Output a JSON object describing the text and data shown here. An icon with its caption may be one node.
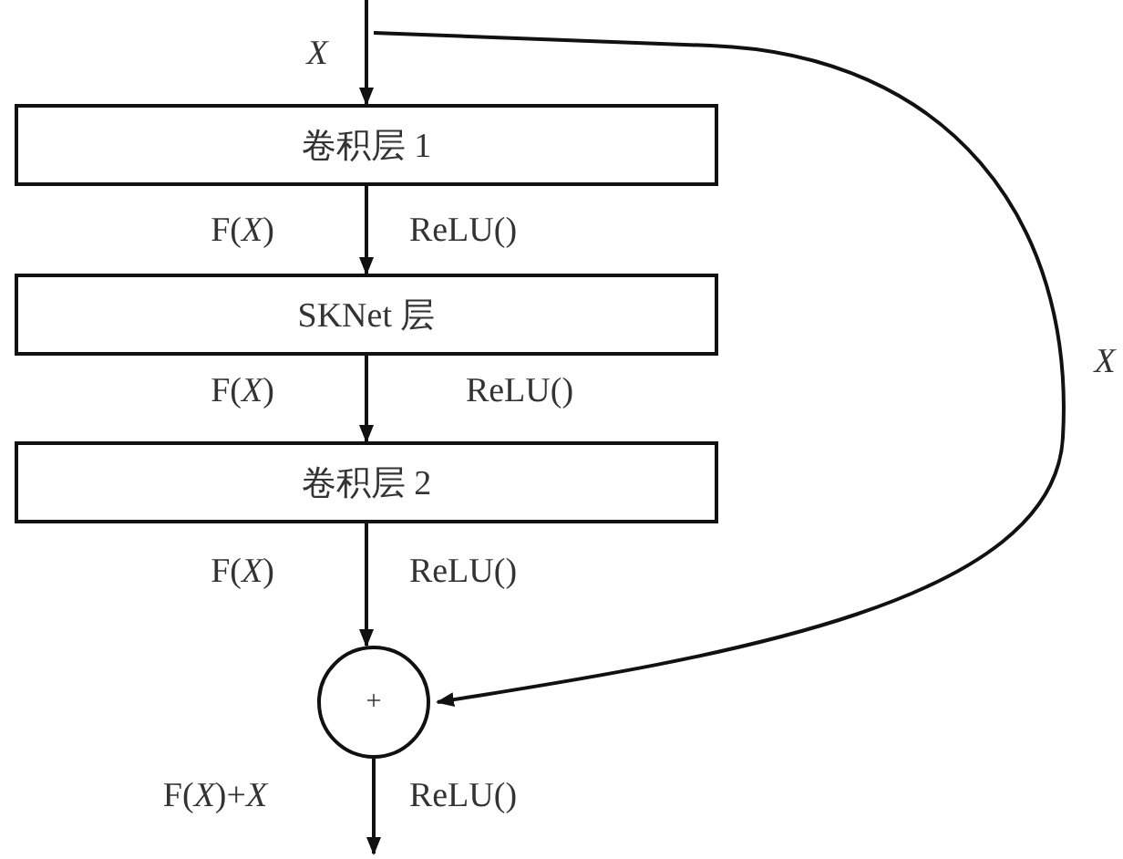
{
  "diagram": {
    "nodes": [
      {
        "text": [
          "卷积层 1"
        ]
      },
      {
        "text": [
          "SKNet 层"
        ]
      },
      {
        "text": [
          "卷积层 2"
        ]
      },
      {
        "text": [
          "+"
        ]
      }
    ],
    "edges": [
      {
        "from": null,
        "to": 0,
        "arrow": "to",
        "label": "X"
      },
      {
        "from": 0,
        "to": 1,
        "arrow": "to"
      },
      {
        "from": 1,
        "to": 2,
        "arrow": "to"
      },
      {
        "from": 2,
        "to": 3,
        "arrow": "to"
      },
      {
        "from": null,
        "to": 3,
        "arrow": "to",
        "label": "X"
      },
      {
        "from": 3,
        "to": null,
        "arrow": "to"
      }
    ],
    "labels": [
      "F(*X*)",
      "ReLU()",
      "F(*X*)",
      "ReLU()",
      "F(*X*)",
      "ReLU()",
      "F(*X*)+*X*",
      "ReLU()"
    ]
  }
}
